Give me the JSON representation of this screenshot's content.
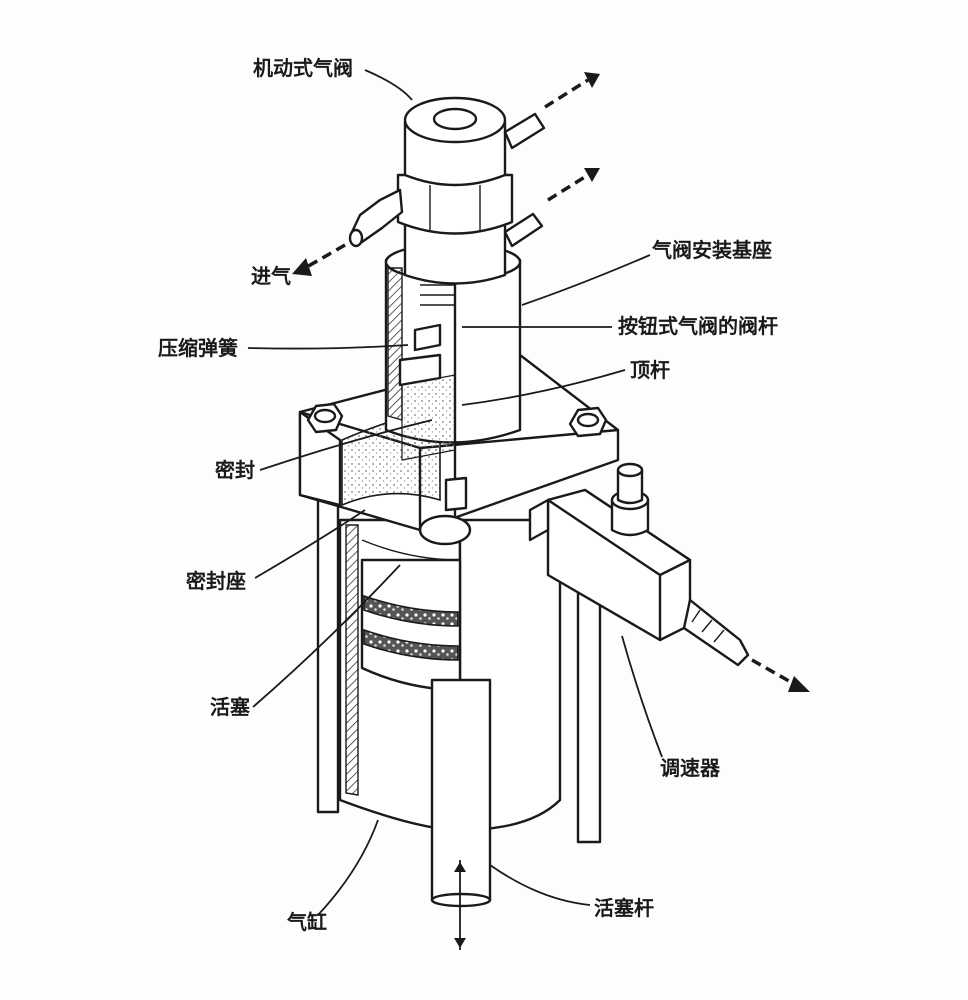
{
  "labels": {
    "mechanical_valve": "机动式气阀",
    "air_inlet": "进气",
    "valve_mount_base": "气阀安装基座",
    "button_valve_stem": "按钮式气阀的阀杆",
    "compression_spring": "压缩弹簧",
    "push_rod": "顶杆",
    "seal": "密封",
    "seal_seat": "密封座",
    "piston": "活塞",
    "speed_regulator": "调速器",
    "cylinder": "气缸",
    "piston_rod": "活塞杆"
  },
  "colors": {
    "ink": "#1a1a1a",
    "paper": "#fdfdfd",
    "stipple": "#8a8a8a"
  }
}
